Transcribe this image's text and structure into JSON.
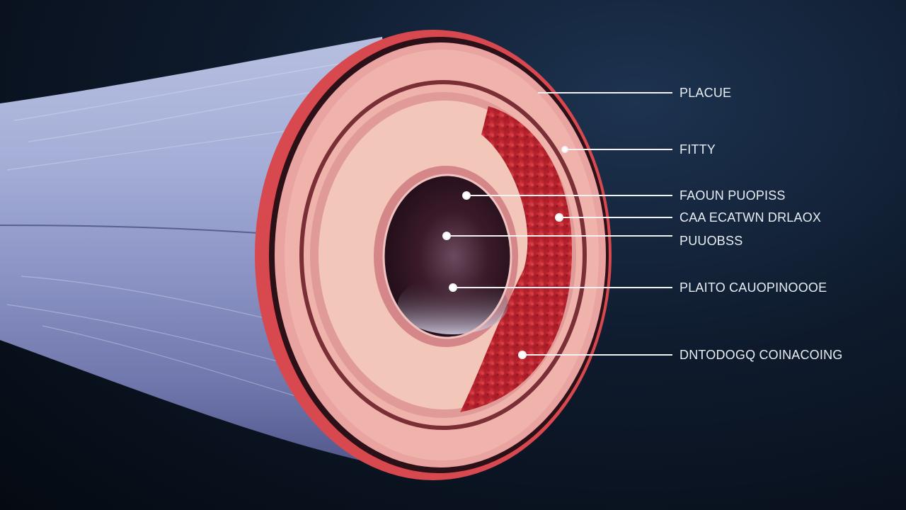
{
  "diagram": {
    "labels": [
      {
        "id": "plaque",
        "text": "PLACUE"
      },
      {
        "id": "fitty",
        "text": "FITTY"
      },
      {
        "id": "faoun",
        "text": "FAOUN PUOPISS"
      },
      {
        "id": "caa",
        "text": "CAA ECATWN DRLAOX"
      },
      {
        "id": "puuobes",
        "text": "PUUOBSS"
      },
      {
        "id": "plato",
        "text": "PLAITO CAUOPINOOOE"
      },
      {
        "id": "dntodogq",
        "text": "DNTODOGQ COINACOING"
      }
    ],
    "colors": {
      "background": "#0b1524",
      "vessel_outer": "#e86a6f",
      "vessel_wall": "#e9a3a0",
      "fatty_layer": "#f2c7b9",
      "plaque_red": "#c4262f",
      "lumen": "#3b1a2a",
      "tube_skin": "#9aa6cf"
    }
  }
}
